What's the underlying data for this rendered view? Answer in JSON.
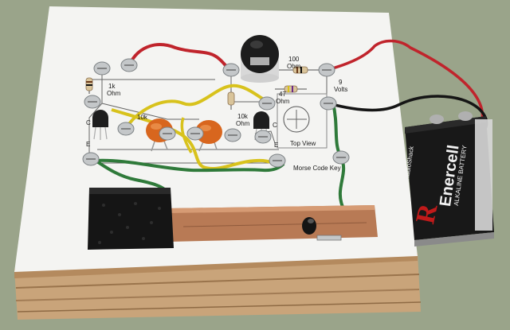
{
  "photo": {
    "subject": "Morse code practice oscillator circuit on a wooden board",
    "colors": {
      "background": "#9aa48a",
      "paper": "#f4f4f2",
      "wood": "#c9a47a",
      "red_wire": "#c0242c",
      "yellow_wire": "#d8c21c",
      "green_wire": "#2f7a3a",
      "black_wire": "#151515",
      "capacitor": "#d8661e",
      "copper": "#b87a55",
      "battery": "#1a1a1a"
    }
  },
  "labels": {
    "r1_value": "1k",
    "r1_unit": "Ohm",
    "c1_value": "10k",
    "r2_value": "10k",
    "r2_unit": "Ohm",
    "r3_value": "100",
    "r3_unit": "Ohm",
    "r4_value": "47",
    "r4_unit": "Ohm",
    "supply_value": "9",
    "supply_unit": "Volts",
    "top_view": "Top View",
    "morse_key": "Morse Code Key",
    "pin_e_left": "E",
    "pin_e_right": "E",
    "pin_c": "C",
    "pin_c_left": "C"
  },
  "battery": {
    "brand": "RadioShack",
    "name": "Enercell",
    "type": "ALKALINE BATTERY"
  }
}
